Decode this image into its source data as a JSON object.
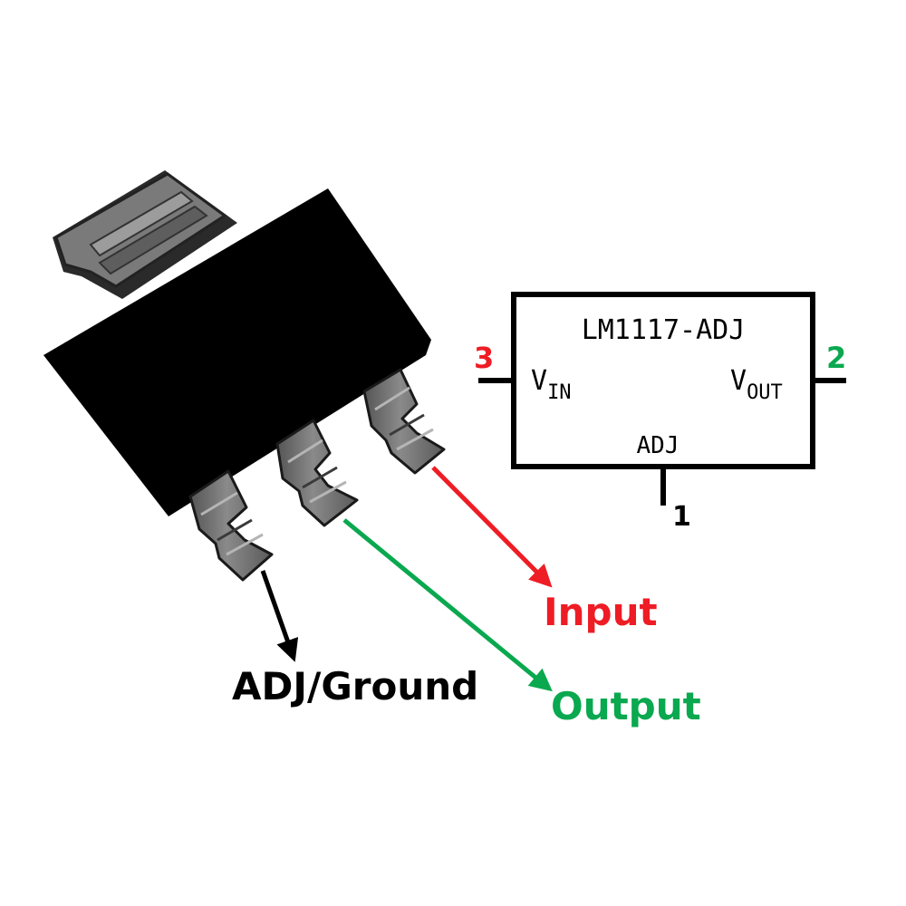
{
  "schematic": {
    "part_name": "LM1117-ADJ",
    "pin_in": {
      "number": "3",
      "label": "V",
      "subscript": "IN"
    },
    "pin_out": {
      "number": "2",
      "label": "V",
      "subscript": "OUT"
    },
    "pin_adj": {
      "number": "1",
      "label": "ADJ"
    }
  },
  "callouts": {
    "input": "Input",
    "output": "Output",
    "adj_ground": "ADJ/Ground"
  },
  "colors": {
    "input": "#ee1c24",
    "output": "#0aa84f",
    "adj": "#000000",
    "package_body": "#000000",
    "lead_metal": "#6e6e6e"
  }
}
